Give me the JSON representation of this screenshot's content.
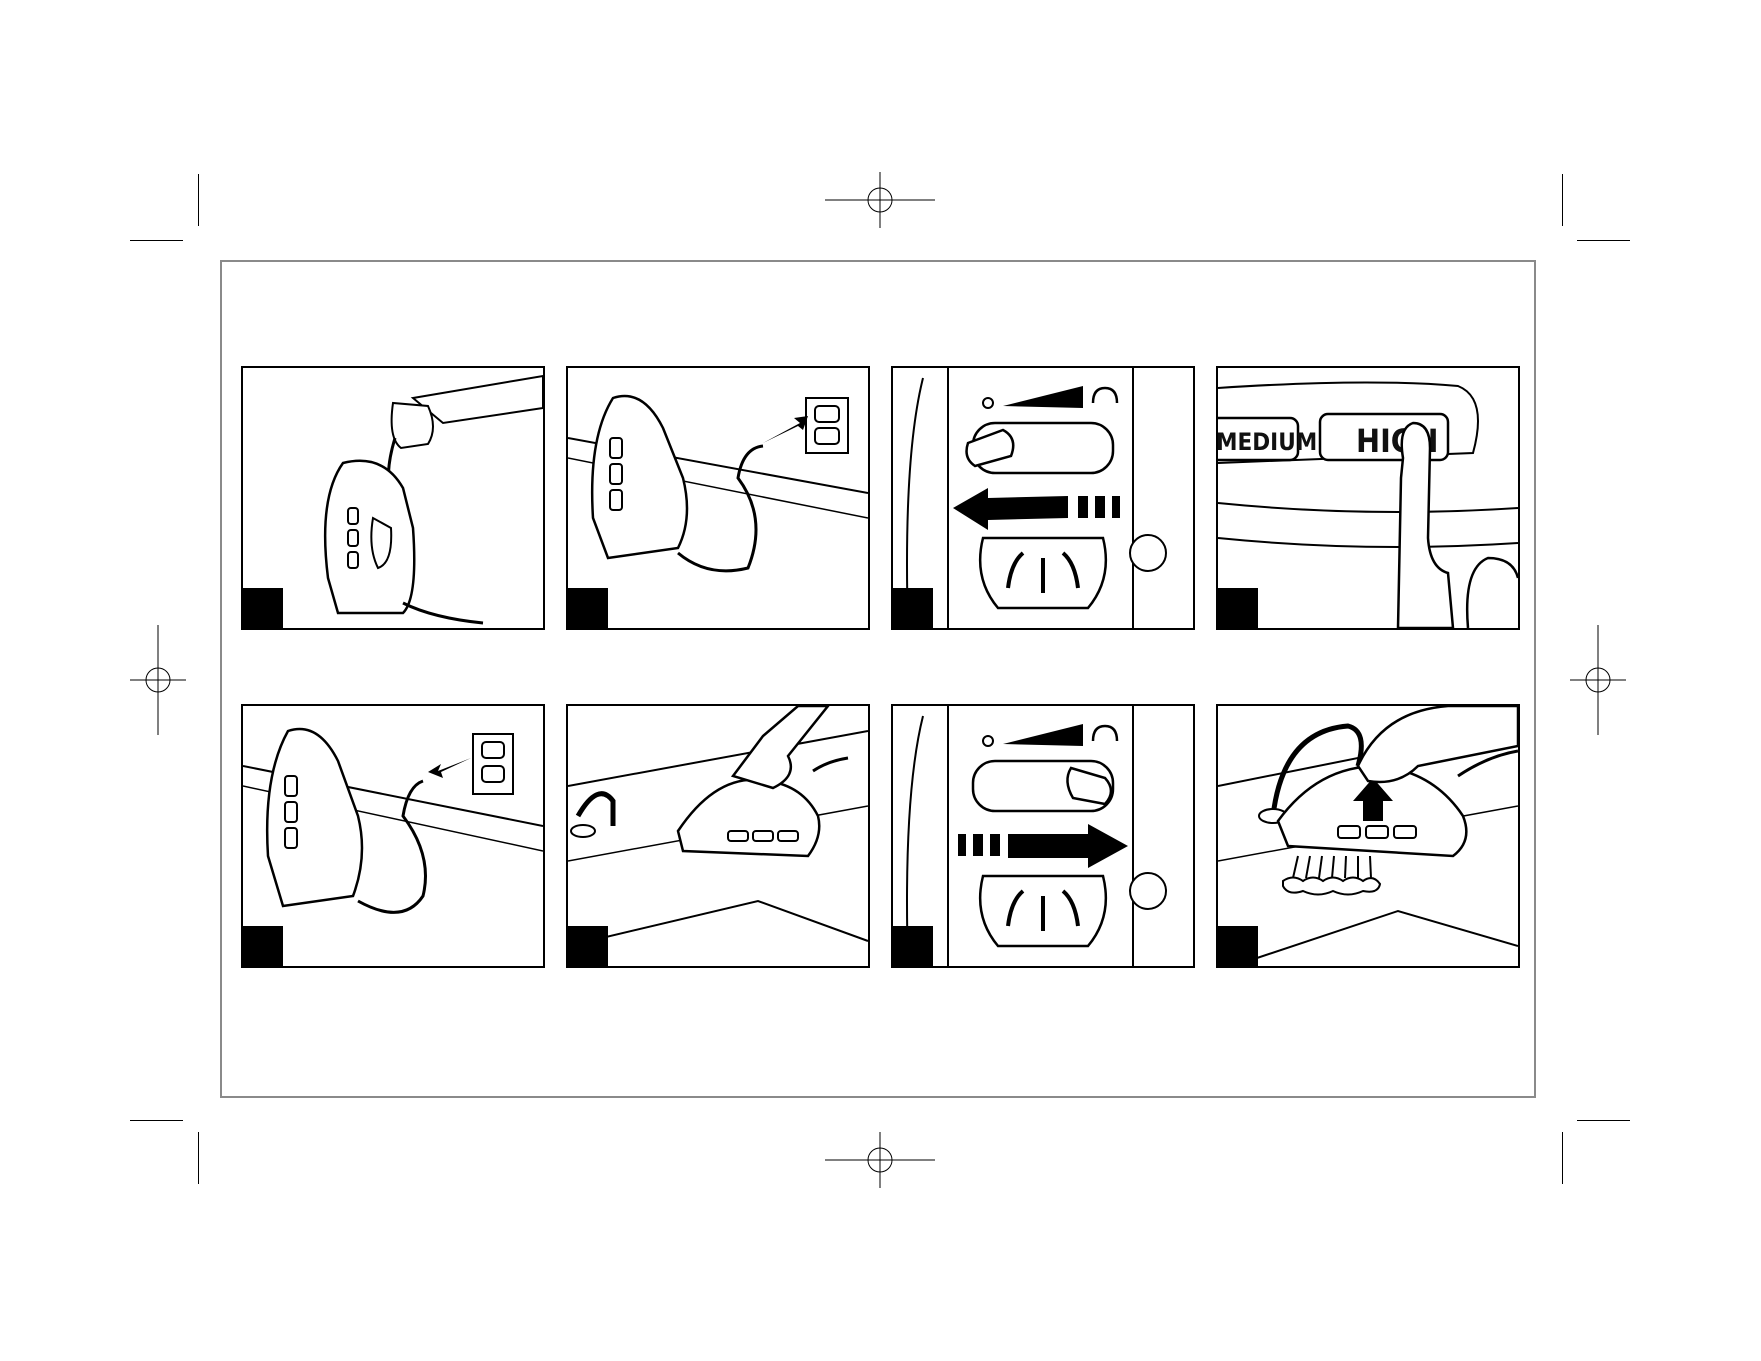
{
  "panels": [
    {
      "id": "p1",
      "subject": "fill-water",
      "step": ""
    },
    {
      "id": "p2",
      "subject": "plug-in",
      "step": ""
    },
    {
      "id": "p3",
      "subject": "steam-dial-left",
      "step": ""
    },
    {
      "id": "p4",
      "subject": "power-button",
      "step": "",
      "labels": {
        "medium": "MEDIUM",
        "high": "HIGH"
      }
    },
    {
      "id": "p5",
      "subject": "unplug",
      "step": ""
    },
    {
      "id": "p6",
      "subject": "iron-over-sink",
      "step": ""
    },
    {
      "id": "p7",
      "subject": "steam-dial-right",
      "step": ""
    },
    {
      "id": "p8",
      "subject": "self-clean-button",
      "step": ""
    }
  ],
  "footer": ""
}
